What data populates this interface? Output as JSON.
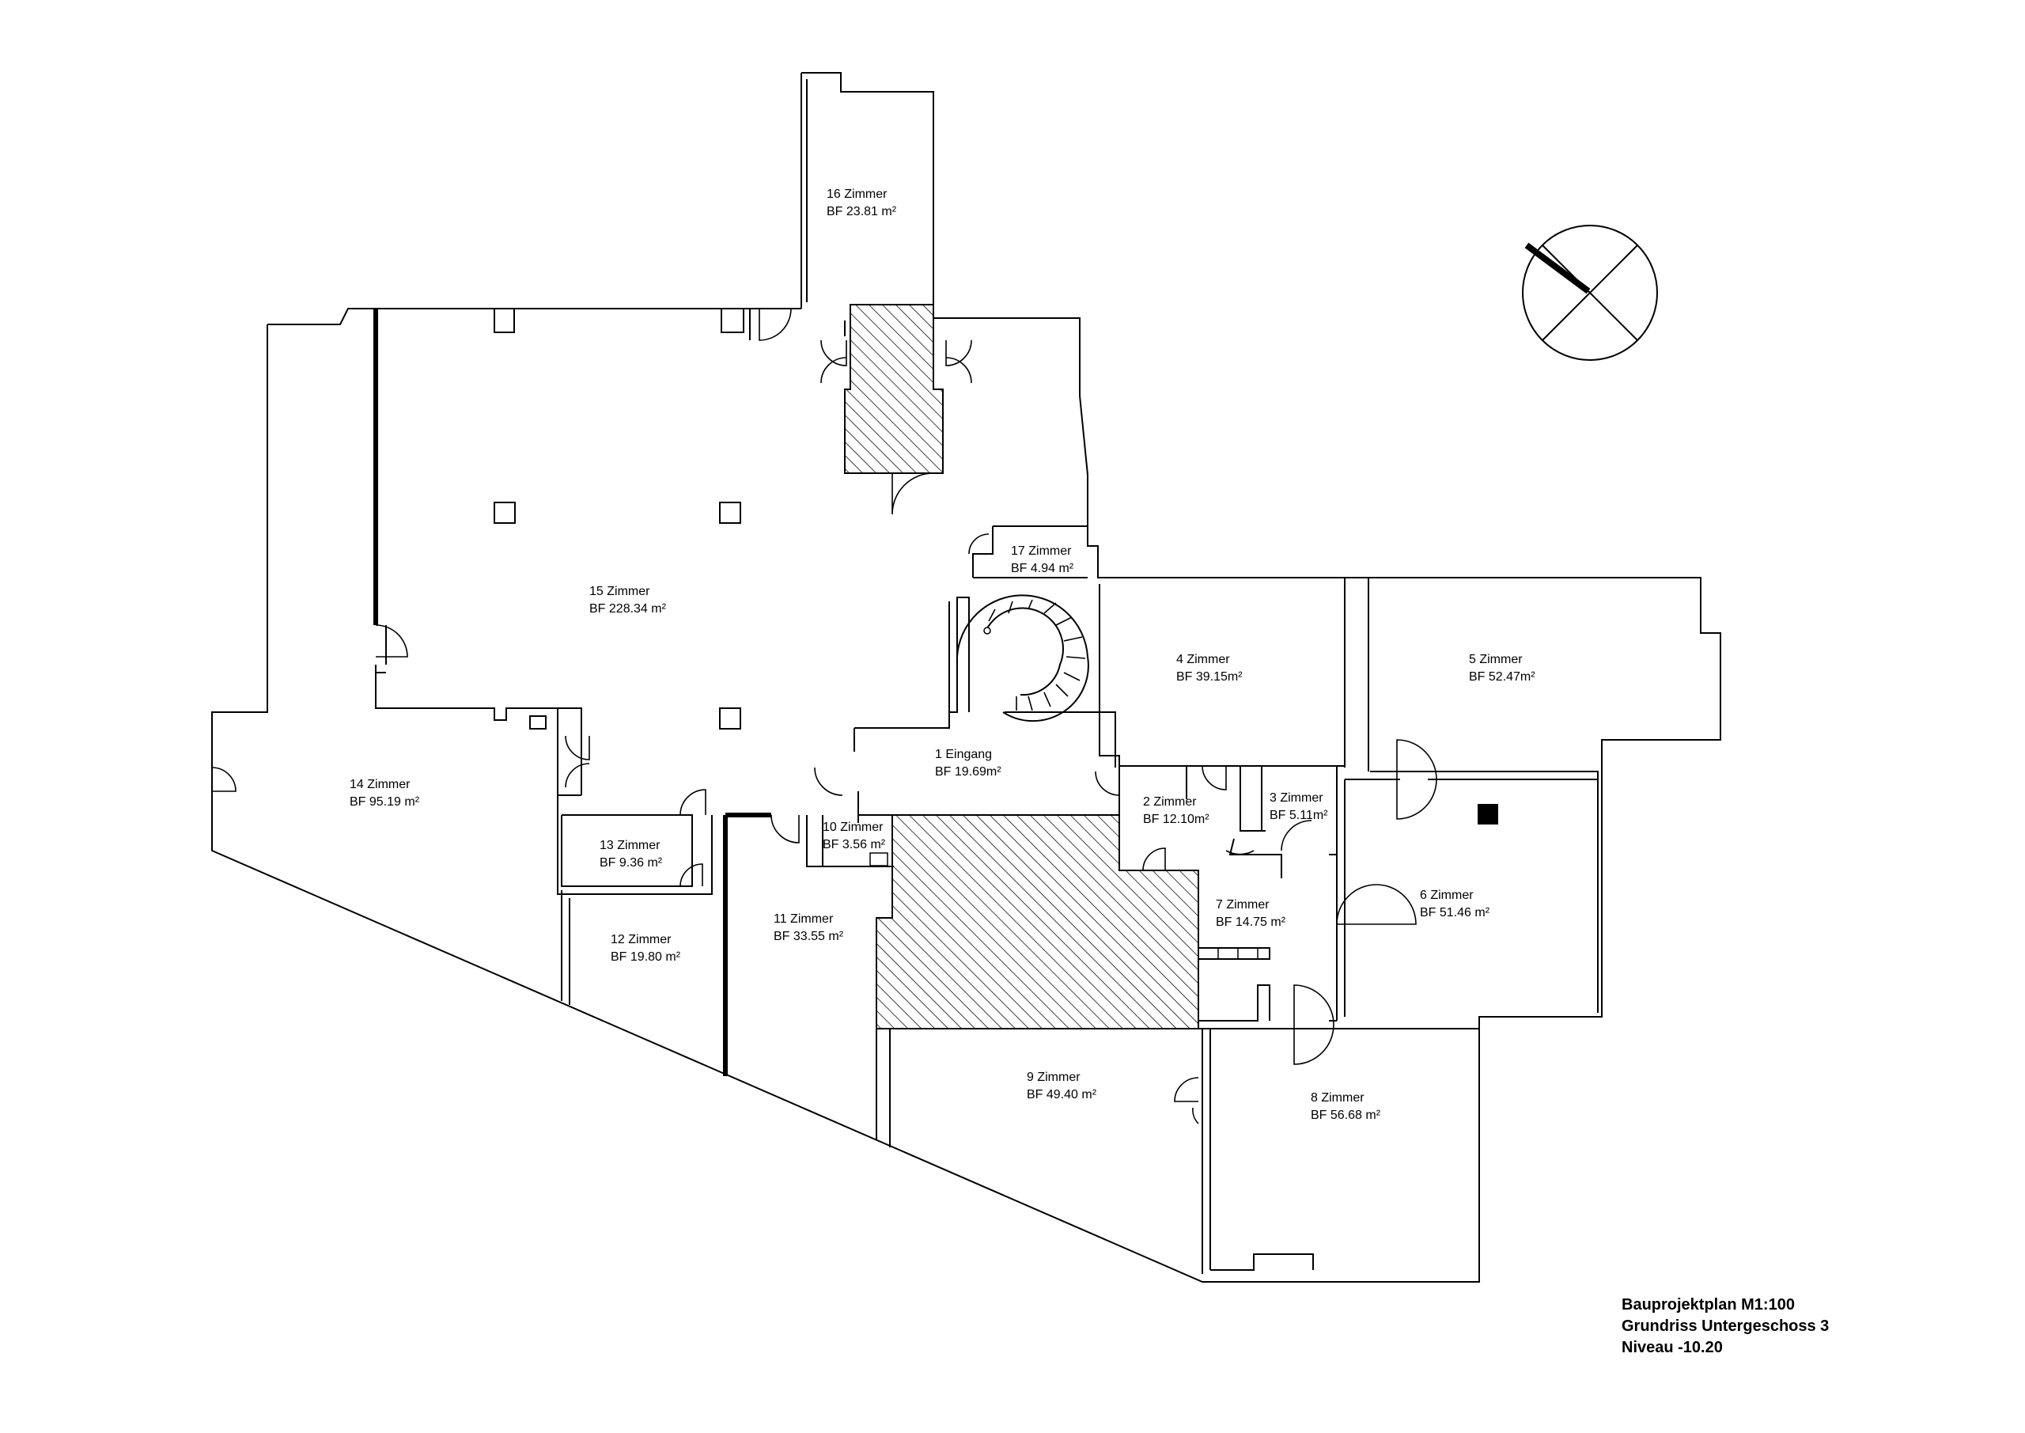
{
  "rooms": [
    {
      "name": "16 Zimmer",
      "area": "BF 23.81 m²"
    },
    {
      "name": "15 Zimmer",
      "area": "BF 228.34 m²"
    },
    {
      "name": "17 Zimmer",
      "area": "BF 4.94 m²"
    },
    {
      "name": "4 Zimmer",
      "area": "BF 39.15m²"
    },
    {
      "name": "5 Zimmer",
      "area": "BF 52.47m²"
    },
    {
      "name": "14 Zimmer",
      "area": "BF 95.19 m²"
    },
    {
      "name": "1 Eingang",
      "area": "BF 19.69m²"
    },
    {
      "name": "2 Zimmer",
      "area": "BF 12.10m²"
    },
    {
      "name": "3 Zimmer",
      "area": "BF 5.11m²"
    },
    {
      "name": "13 Zimmer",
      "area": "BF 9.36 m²"
    },
    {
      "name": "10 Zimmer",
      "area": "BF 3.56 m²"
    },
    {
      "name": "6 Zimmer",
      "area": "BF 51.46 m²"
    },
    {
      "name": "7 Zimmer",
      "area": "BF 14.75 m²"
    },
    {
      "name": "11 Zimmer",
      "area": "BF 33.55 m²"
    },
    {
      "name": "12 Zimmer",
      "area": "BF 19.80 m²"
    },
    {
      "name": "9 Zimmer",
      "area": "BF 49.40 m²"
    },
    {
      "name": "8 Zimmer",
      "area": "BF 56.68 m²"
    }
  ],
  "title_block": {
    "line1": "Bauprojektplan M1:100",
    "line2": "Grundriss Untergeschoss 3",
    "line3": "Niveau -10.20"
  },
  "north_arrow": {
    "icon": "north-arrow-icon"
  }
}
